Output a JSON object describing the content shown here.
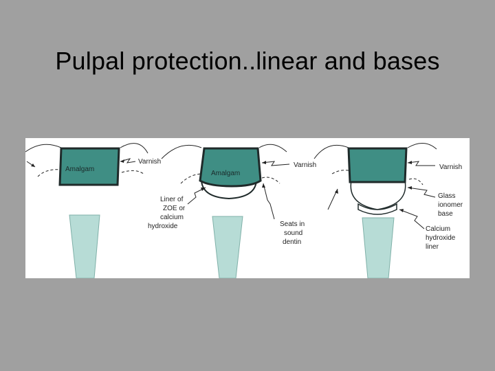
{
  "slide": {
    "title": "Pulpal protection..linear and bases"
  },
  "panels": [
    {
      "restoration_label": "Amalgam",
      "callouts": [
        "Varnish"
      ]
    },
    {
      "restoration_label": "Amalgam",
      "callouts": [
        "Varnish",
        "Liner of",
        "ZOE or",
        "calcium",
        "hydroxide",
        "Seats in",
        "sound",
        "dentin"
      ]
    },
    {
      "restoration_label": "",
      "callouts": [
        "Varnish",
        "Glass",
        "ionomer",
        "base",
        "Calcium",
        "hydroxide",
        "liner"
      ]
    }
  ],
  "colors": {
    "background": "#a0a0a0",
    "restoration_fill": "#3f8e84",
    "pulp_fill": "#b7dcd6",
    "outline": "#1f2a2a"
  }
}
